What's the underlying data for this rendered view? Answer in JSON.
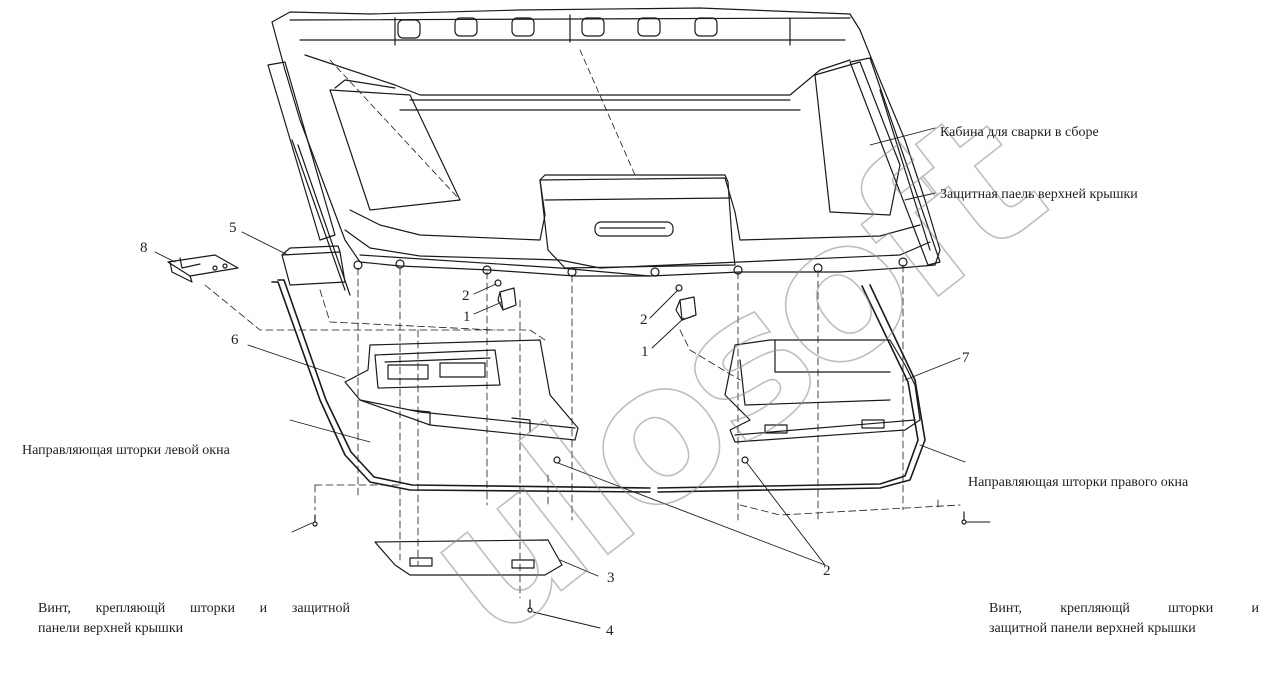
{
  "labels": {
    "cabin": "Кабина для сварки в сборе",
    "protective_panel": "Защитная паель верхней крышки",
    "left_guide": "Направляющая шторки левой окна",
    "right_guide": "Направляющая шторки правого окна",
    "screw_left_line1": "Винт, крепляющй шторки и защитной",
    "screw_left_line2": "панели верхней крышки",
    "screw_right_line1": "Винт, крепляющй шторки и",
    "screw_right_line2": "защитной панели верхней крышки"
  },
  "callouts": {
    "n8": "8",
    "n5": "5",
    "n6": "6",
    "n7": "7",
    "n2a": "2",
    "n1a": "1",
    "n2b": "2",
    "n1b": "1",
    "n2c": "2",
    "n3": "3",
    "n4": "4"
  },
  "watermark": "ulosoft",
  "colors": {
    "line": "#1a1a1a",
    "watermark": "#8a8a8a"
  }
}
